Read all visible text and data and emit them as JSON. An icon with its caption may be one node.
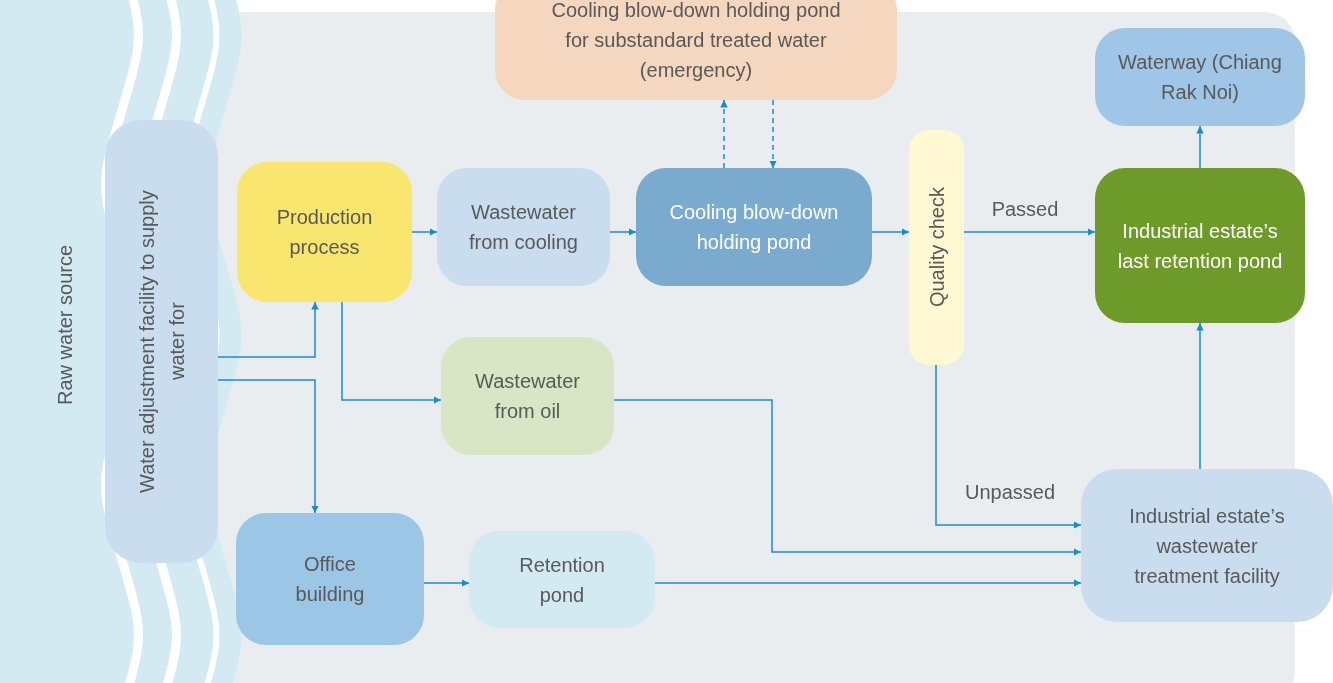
{
  "diagram": {
    "nodes": [
      {
        "text": [
          "Raw water source"
        ]
      },
      {
        "text": [
          "Water adjustment facility to supply water for"
        ]
      },
      {
        "text": [
          "Production process"
        ]
      },
      {
        "text": [
          "Wastewater from cooling"
        ]
      },
      {
        "text": [
          "Cooling blow-down holding pond"
        ]
      },
      {
        "text": [
          "Cooling blow-down holding pond for substandard treated water (emergency)"
        ]
      },
      {
        "text": [
          "Quality check"
        ]
      },
      {
        "text": [
          "Waterway (Chiang Rak Noi)"
        ]
      },
      {
        "text": [
          "Industrial estate’s last retention pond"
        ]
      },
      {
        "text": [
          "Wastewater from oil"
        ]
      },
      {
        "text": [
          "Office building"
        ]
      },
      {
        "text": [
          "Retention pond"
        ]
      },
      {
        "text": [
          "Industrial estate’s wastewater treatment facility"
        ]
      }
    ],
    "edges": [
      {
        "from": 1,
        "to": 2,
        "arrow": "to"
      },
      {
        "from": 1,
        "to": 10,
        "arrow": "to"
      },
      {
        "from": 2,
        "to": 3,
        "arrow": "to"
      },
      {
        "from": 2,
        "to": 9,
        "arrow": "to"
      },
      {
        "from": 3,
        "to": 4,
        "arrow": "to"
      },
      {
        "from": 4,
        "to": 5,
        "arrow": "to",
        "style": "dashed"
      },
      {
        "from": 5,
        "to": 4,
        "arrow": "to",
        "style": "dashed"
      },
      {
        "from": 4,
        "to": 6,
        "arrow": "to"
      },
      {
        "from": 6,
        "to": 8,
        "arrow": "to",
        "label": "Passed"
      },
      {
        "from": 6,
        "to": 12,
        "arrow": "to",
        "label": "Unpassed"
      },
      {
        "from": 9,
        "to": 12,
        "arrow": "to"
      },
      {
        "from": 10,
        "to": 11,
        "arrow": "to"
      },
      {
        "from": 11,
        "to": 12,
        "arrow": "to"
      },
      {
        "from": 12,
        "to": 8,
        "arrow": "to"
      },
      {
        "from": 8,
        "to": 7,
        "arrow": "to"
      }
    ]
  }
}
